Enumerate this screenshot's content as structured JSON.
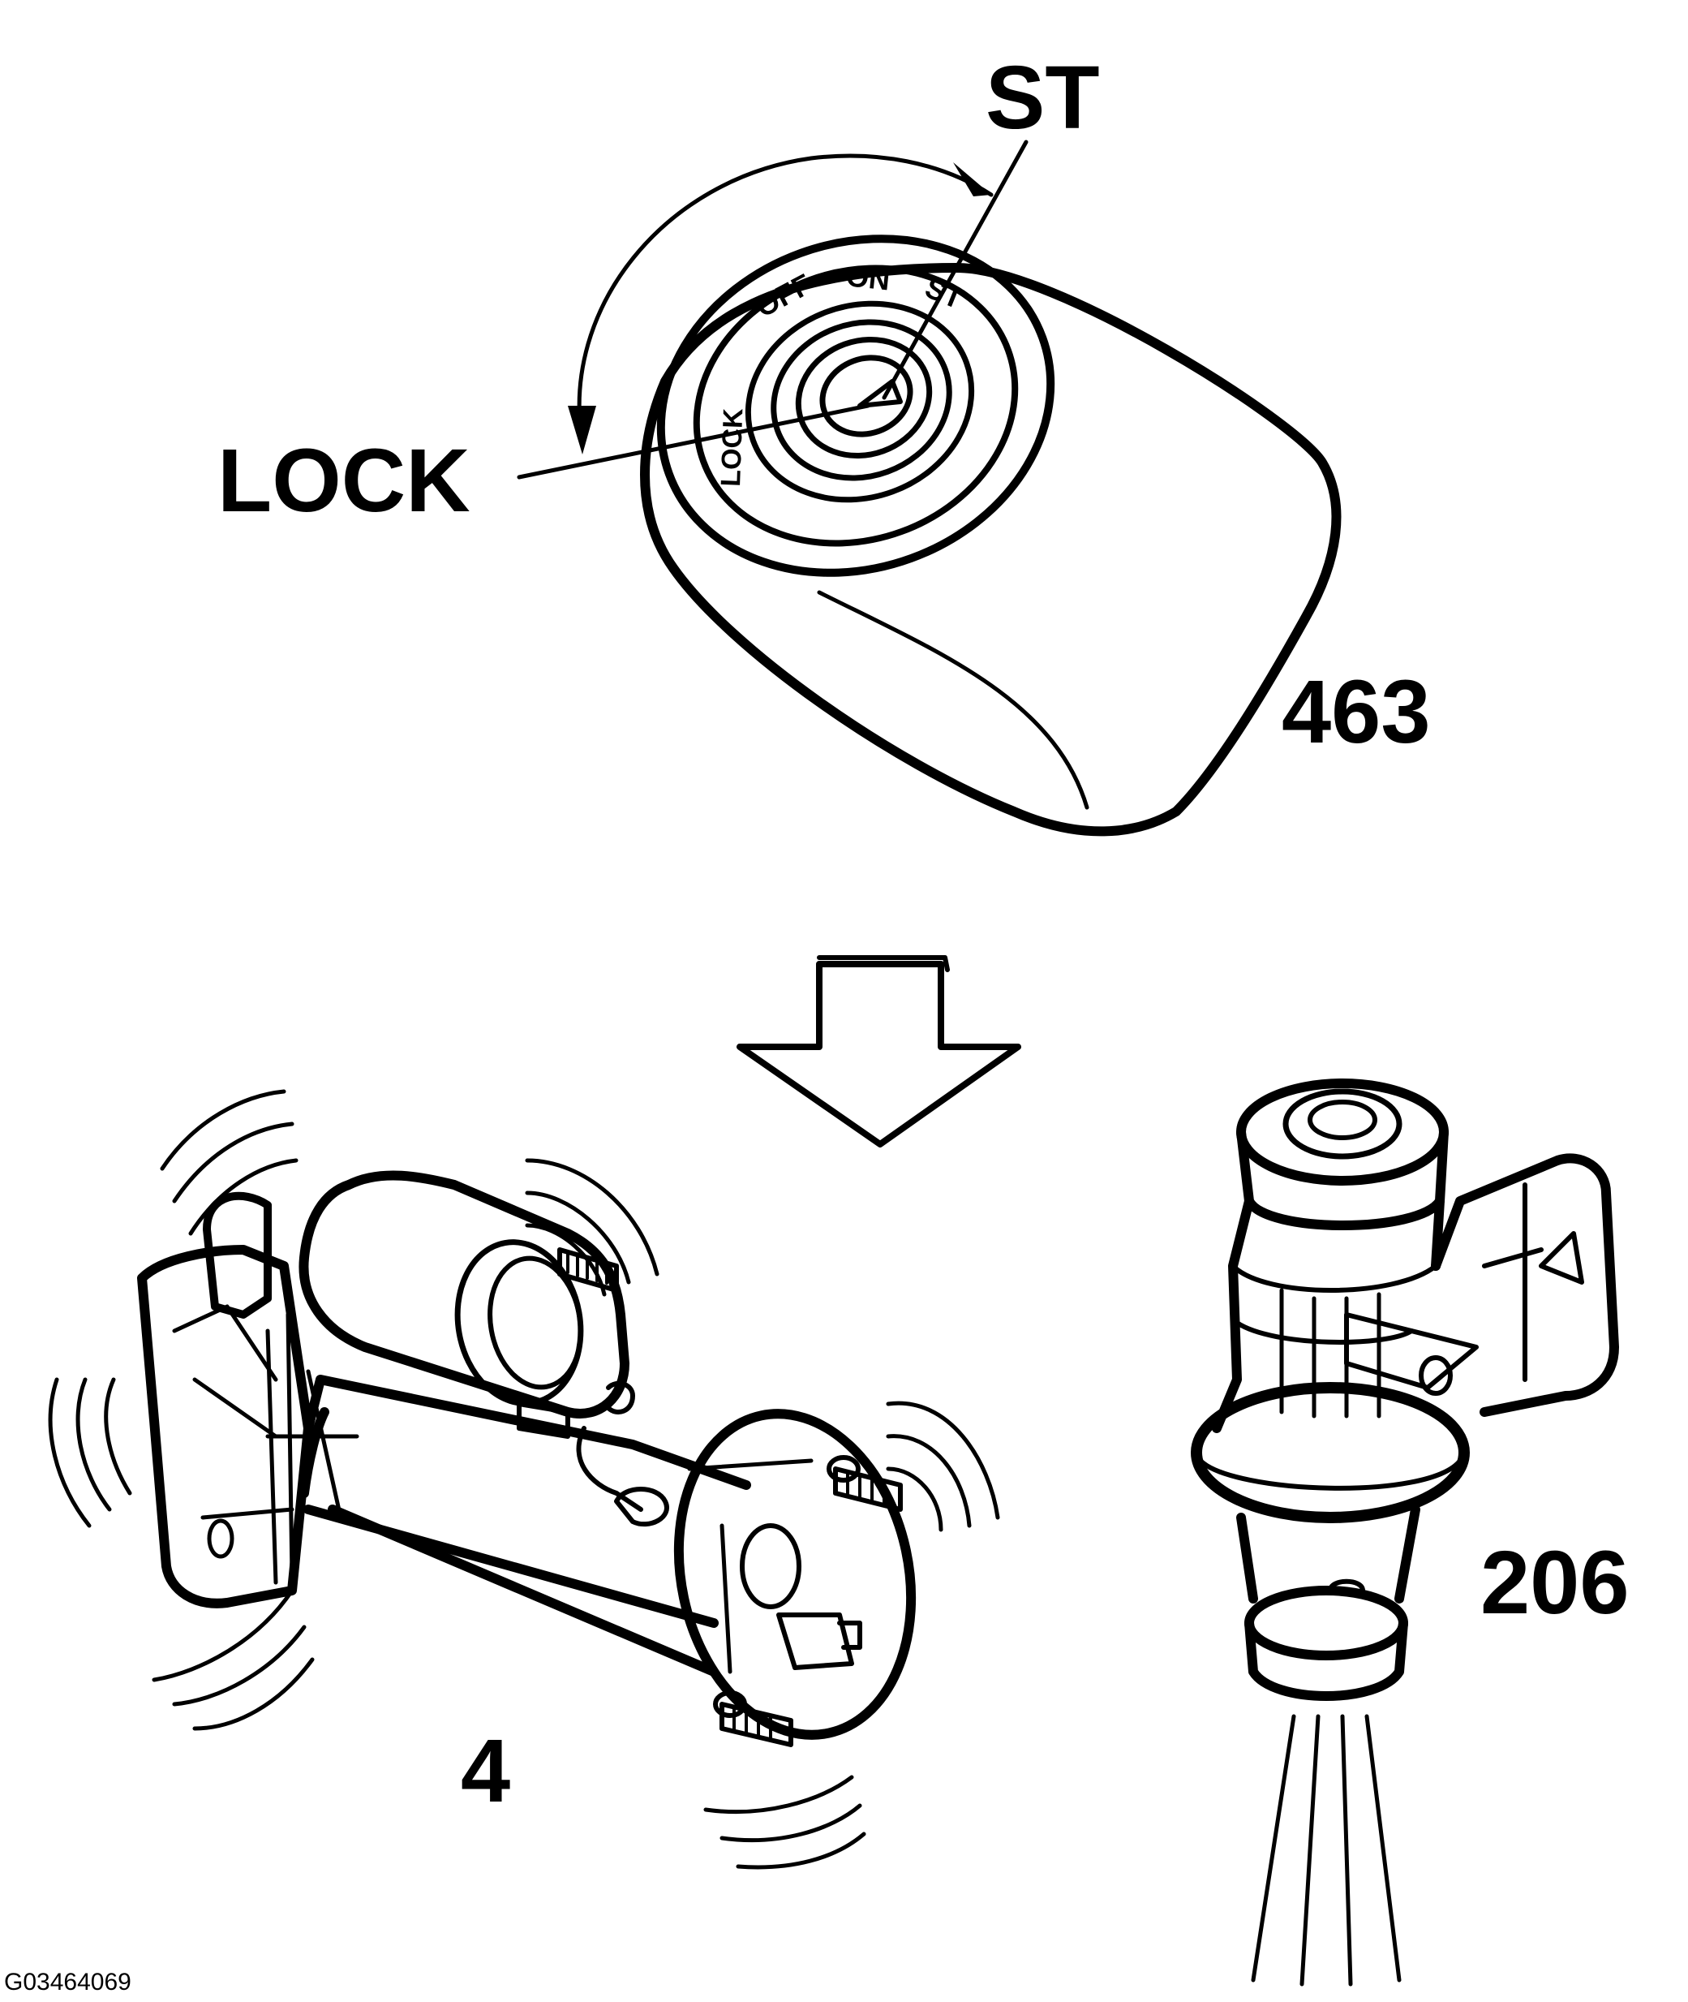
{
  "labels": {
    "st": "ST",
    "lock": "LOCK",
    "switch_ref": "463",
    "starter_ref": "4",
    "injector_ref": "206",
    "figure_id": "G03464069"
  },
  "switch_positions": {
    "lock": "LOCK",
    "off": "OFF",
    "on": "ON",
    "st": "ST"
  },
  "colors": {
    "ink": "#000000",
    "paper": "#ffffff"
  },
  "icons": {
    "ignition": "ignition-switch-icon",
    "arrow": "down-arrow-icon",
    "starter": "starter-motor-icon",
    "injector": "fuel-injector-icon"
  }
}
